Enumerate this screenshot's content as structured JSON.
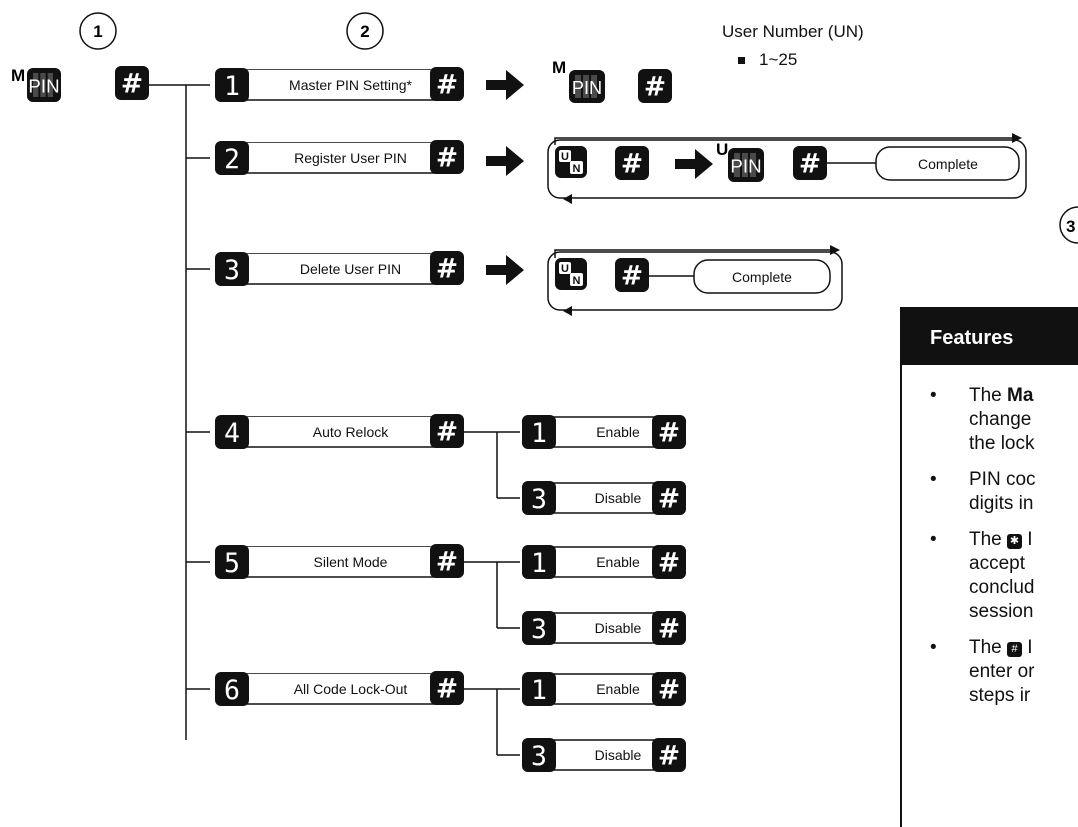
{
  "steps": [
    "1",
    "2",
    "3"
  ],
  "keys": {
    "master": "M",
    "user": "U",
    "pin": "PIN",
    "hash": "#",
    "u_key": "U",
    "n_key": "N"
  },
  "menu": [
    {
      "num": "1",
      "label": "Master PIN Setting*"
    },
    {
      "num": "2",
      "label": "Register User PIN"
    },
    {
      "num": "3",
      "label": "Delete User PIN"
    },
    {
      "num": "4",
      "label": "Auto Relock"
    },
    {
      "num": "5",
      "label": "Silent Mode"
    },
    {
      "num": "6",
      "label": "All Code Lock-Out"
    }
  ],
  "sub_options": [
    {
      "num": "1",
      "label": "Enable"
    },
    {
      "num": "3",
      "label": "Disable"
    }
  ],
  "complete_label": "Complete",
  "user_number": {
    "title": "User Number (UN)",
    "range": "1~25"
  },
  "features": {
    "title": "Features",
    "items": [
      {
        "lines": [
          "The Ma",
          "change",
          "the lock"
        ],
        "bold_prefix": "Ma"
      },
      {
        "lines": [
          "PIN coc",
          "digits in"
        ]
      },
      {
        "lines": [
          "The ✱ I",
          "accept",
          "conclud",
          "session"
        ],
        "key": "*"
      },
      {
        "lines": [
          "The # I",
          "enter or",
          "steps ir"
        ],
        "key": "#"
      }
    ]
  },
  "colors": {
    "key_bg": "#111111",
    "key_fg": "#ffffff",
    "line": "#111111",
    "pin_bg": "#3a3a3a"
  }
}
